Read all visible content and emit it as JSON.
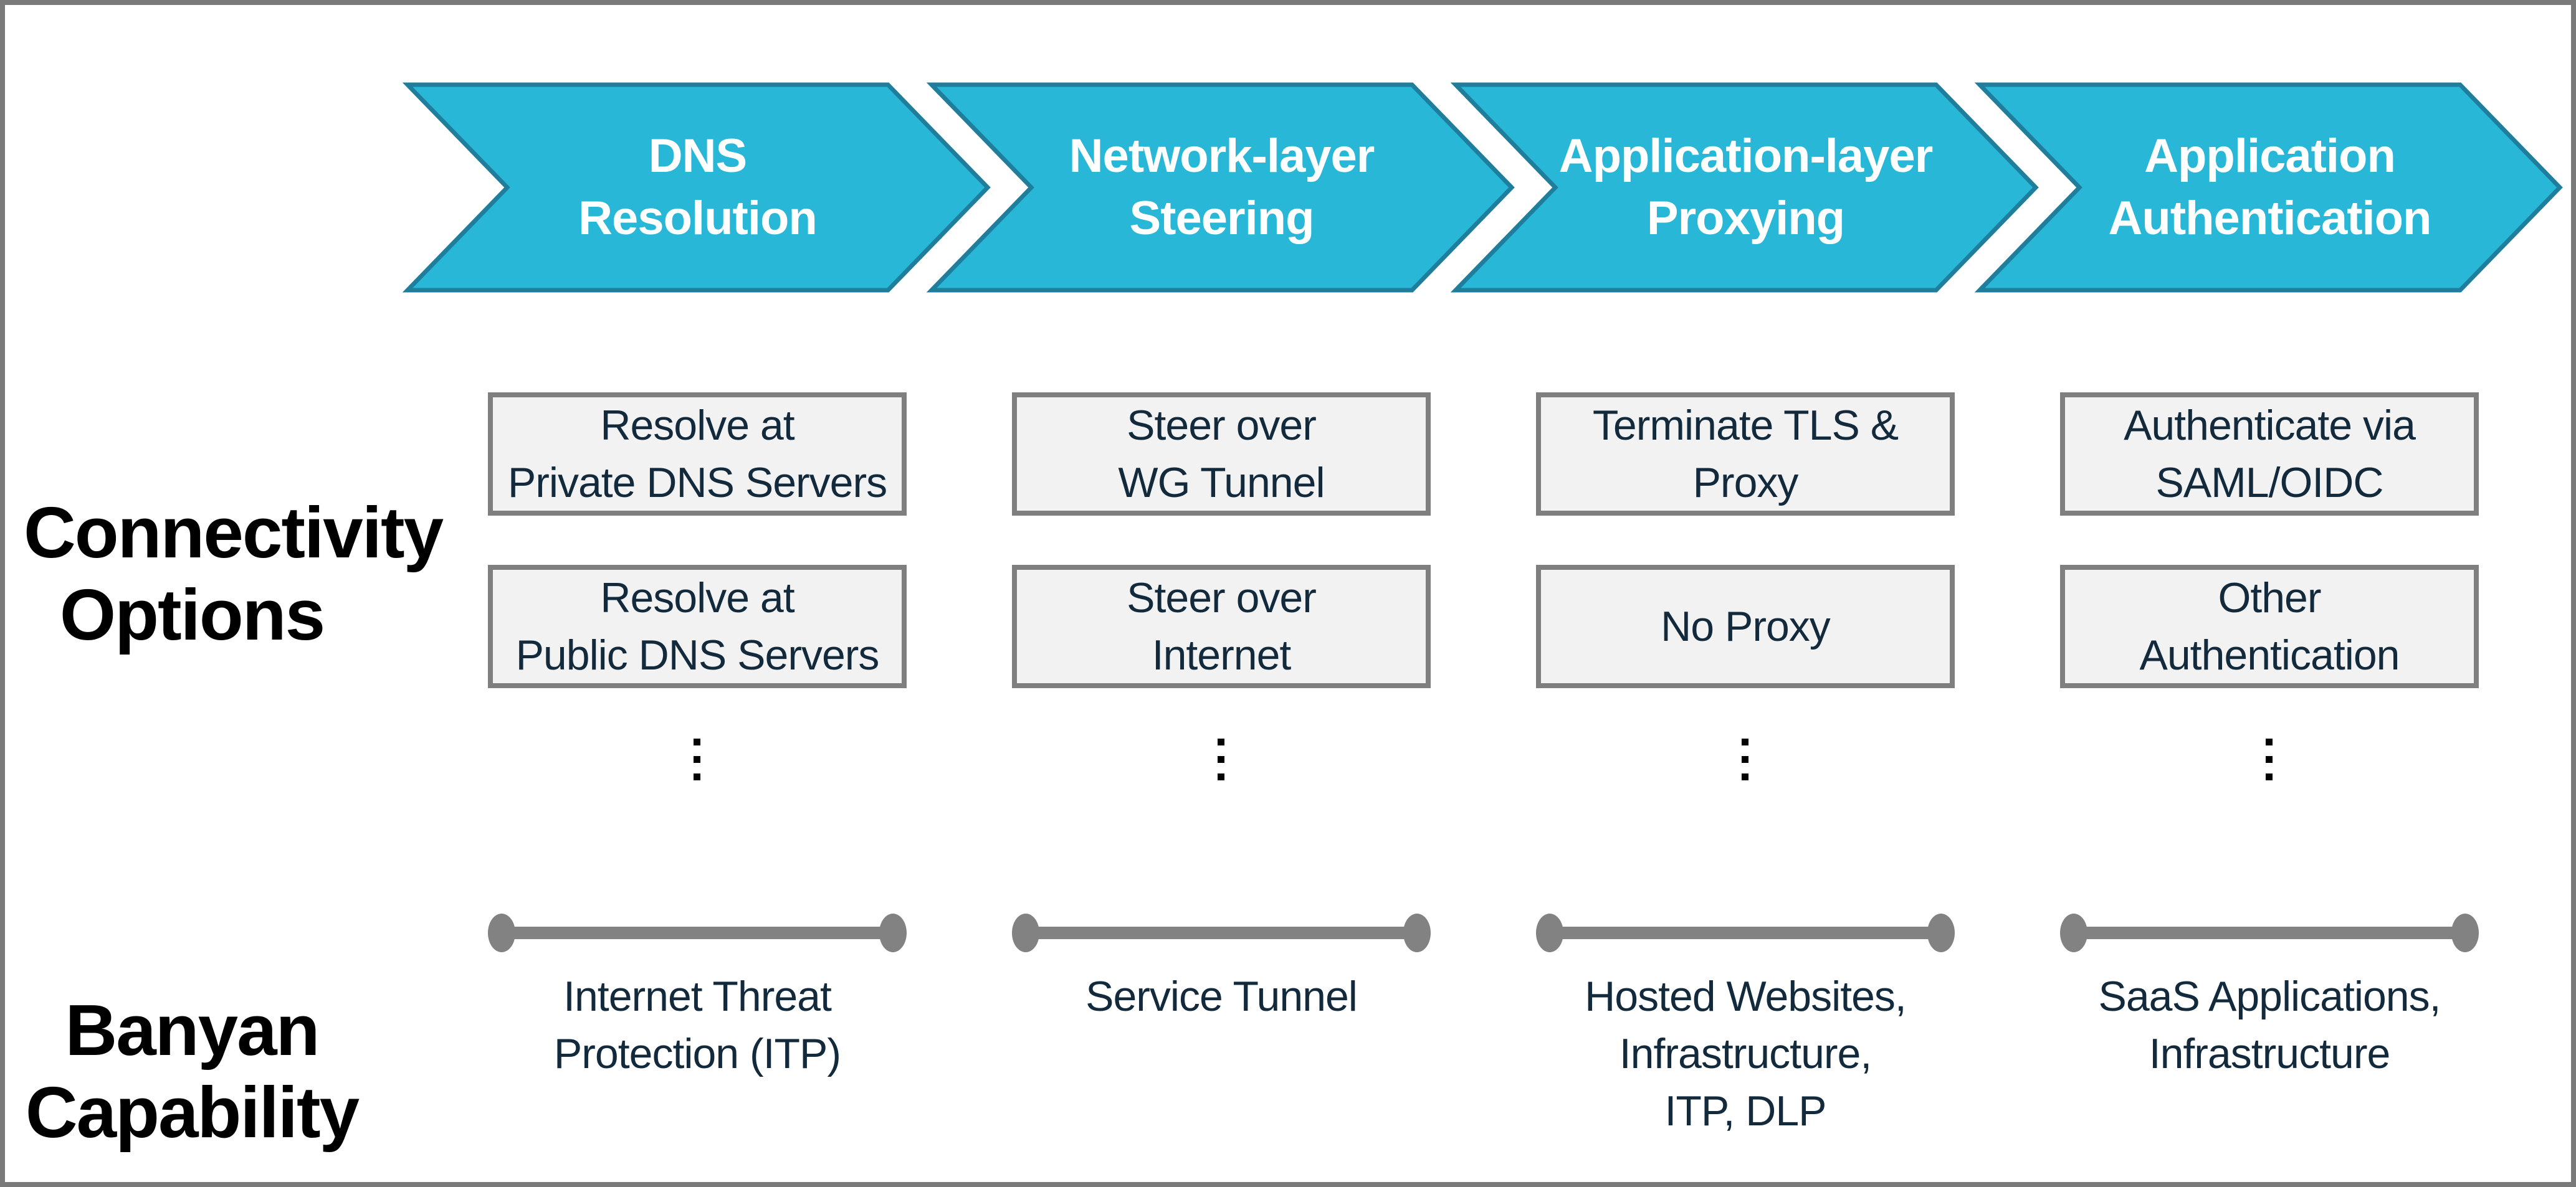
{
  "colors": {
    "arrow_fill": "#29b7d8",
    "arrow_stroke": "#1f7e9c",
    "box_fill": "#f2f2f2",
    "box_border": "#7f7f7f",
    "dark_text": "#132a3d",
    "connector_gray": "#828282",
    "frame_border": "#7a7a7a",
    "side_label_text": "#000000",
    "arrow_text": "#ffffff"
  },
  "row_labels": {
    "connectivity": "Connectivity\nOptions",
    "capability": "Banyan\nCapability"
  },
  "stages": [
    {
      "arrow_title": "DNS\nResolution",
      "options": [
        {
          "label": "Resolve at\nPrivate DNS Servers"
        },
        {
          "label": "Resolve at\nPublic DNS Servers"
        }
      ],
      "capability": "Internet Threat\nProtection (ITP)"
    },
    {
      "arrow_title": "Network-layer\nSteering",
      "options": [
        {
          "label": "Steer over\nWG Tunnel"
        },
        {
          "label": "Steer over\nInternet"
        }
      ],
      "capability": "Service Tunnel"
    },
    {
      "arrow_title": "Application-layer\nProxying",
      "options": [
        {
          "label": "Terminate TLS &\nProxy"
        },
        {
          "label": "No Proxy"
        }
      ],
      "capability": "Hosted Websites,\nInfrastructure,\nITP, DLP"
    },
    {
      "arrow_title": "Application\nAuthentication",
      "options": [
        {
          "label": "Authenticate via\nSAML/OIDC"
        },
        {
          "label": "Other\nAuthentication"
        }
      ],
      "capability": "SaaS Applications,\nInfrastructure"
    }
  ]
}
